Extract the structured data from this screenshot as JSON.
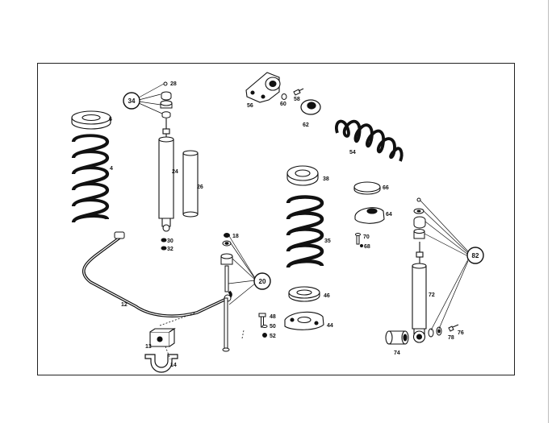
{
  "diagram": {
    "parts": [
      {
        "id": "p6",
        "label": "6"
      },
      {
        "id": "p4",
        "label": "4"
      },
      {
        "id": "p28",
        "label": "28"
      },
      {
        "id": "p24",
        "label": "24"
      },
      {
        "id": "p26",
        "label": "26"
      },
      {
        "id": "p30",
        "label": "30"
      },
      {
        "id": "p32",
        "label": "32"
      },
      {
        "id": "p12",
        "label": "12"
      },
      {
        "id": "p13",
        "label": "13"
      },
      {
        "id": "p14",
        "label": "14"
      },
      {
        "id": "p18",
        "label": "18"
      },
      {
        "id": "p48",
        "label": "48"
      },
      {
        "id": "p50",
        "label": "50"
      },
      {
        "id": "p52",
        "label": "52"
      },
      {
        "id": "p56",
        "label": "56"
      },
      {
        "id": "p60",
        "label": "60"
      },
      {
        "id": "p58",
        "label": "58"
      },
      {
        "id": "p62",
        "label": "62"
      },
      {
        "id": "p54",
        "label": "54"
      },
      {
        "id": "p38",
        "label": "38"
      },
      {
        "id": "p35",
        "label": "35"
      },
      {
        "id": "p46",
        "label": "46"
      },
      {
        "id": "p44",
        "label": "44"
      },
      {
        "id": "p66",
        "label": "66"
      },
      {
        "id": "p64",
        "label": "64"
      },
      {
        "id": "p70",
        "label": "70"
      },
      {
        "id": "p68",
        "label": "68"
      },
      {
        "id": "p72",
        "label": "72"
      },
      {
        "id": "p74",
        "label": "74"
      },
      {
        "id": "p78",
        "label": "78"
      },
      {
        "id": "p76",
        "label": "76"
      }
    ],
    "group_refs": [
      {
        "id": "g34",
        "label": "34"
      },
      {
        "id": "g20",
        "label": "20"
      },
      {
        "id": "g82",
        "label": "82"
      }
    ]
  }
}
